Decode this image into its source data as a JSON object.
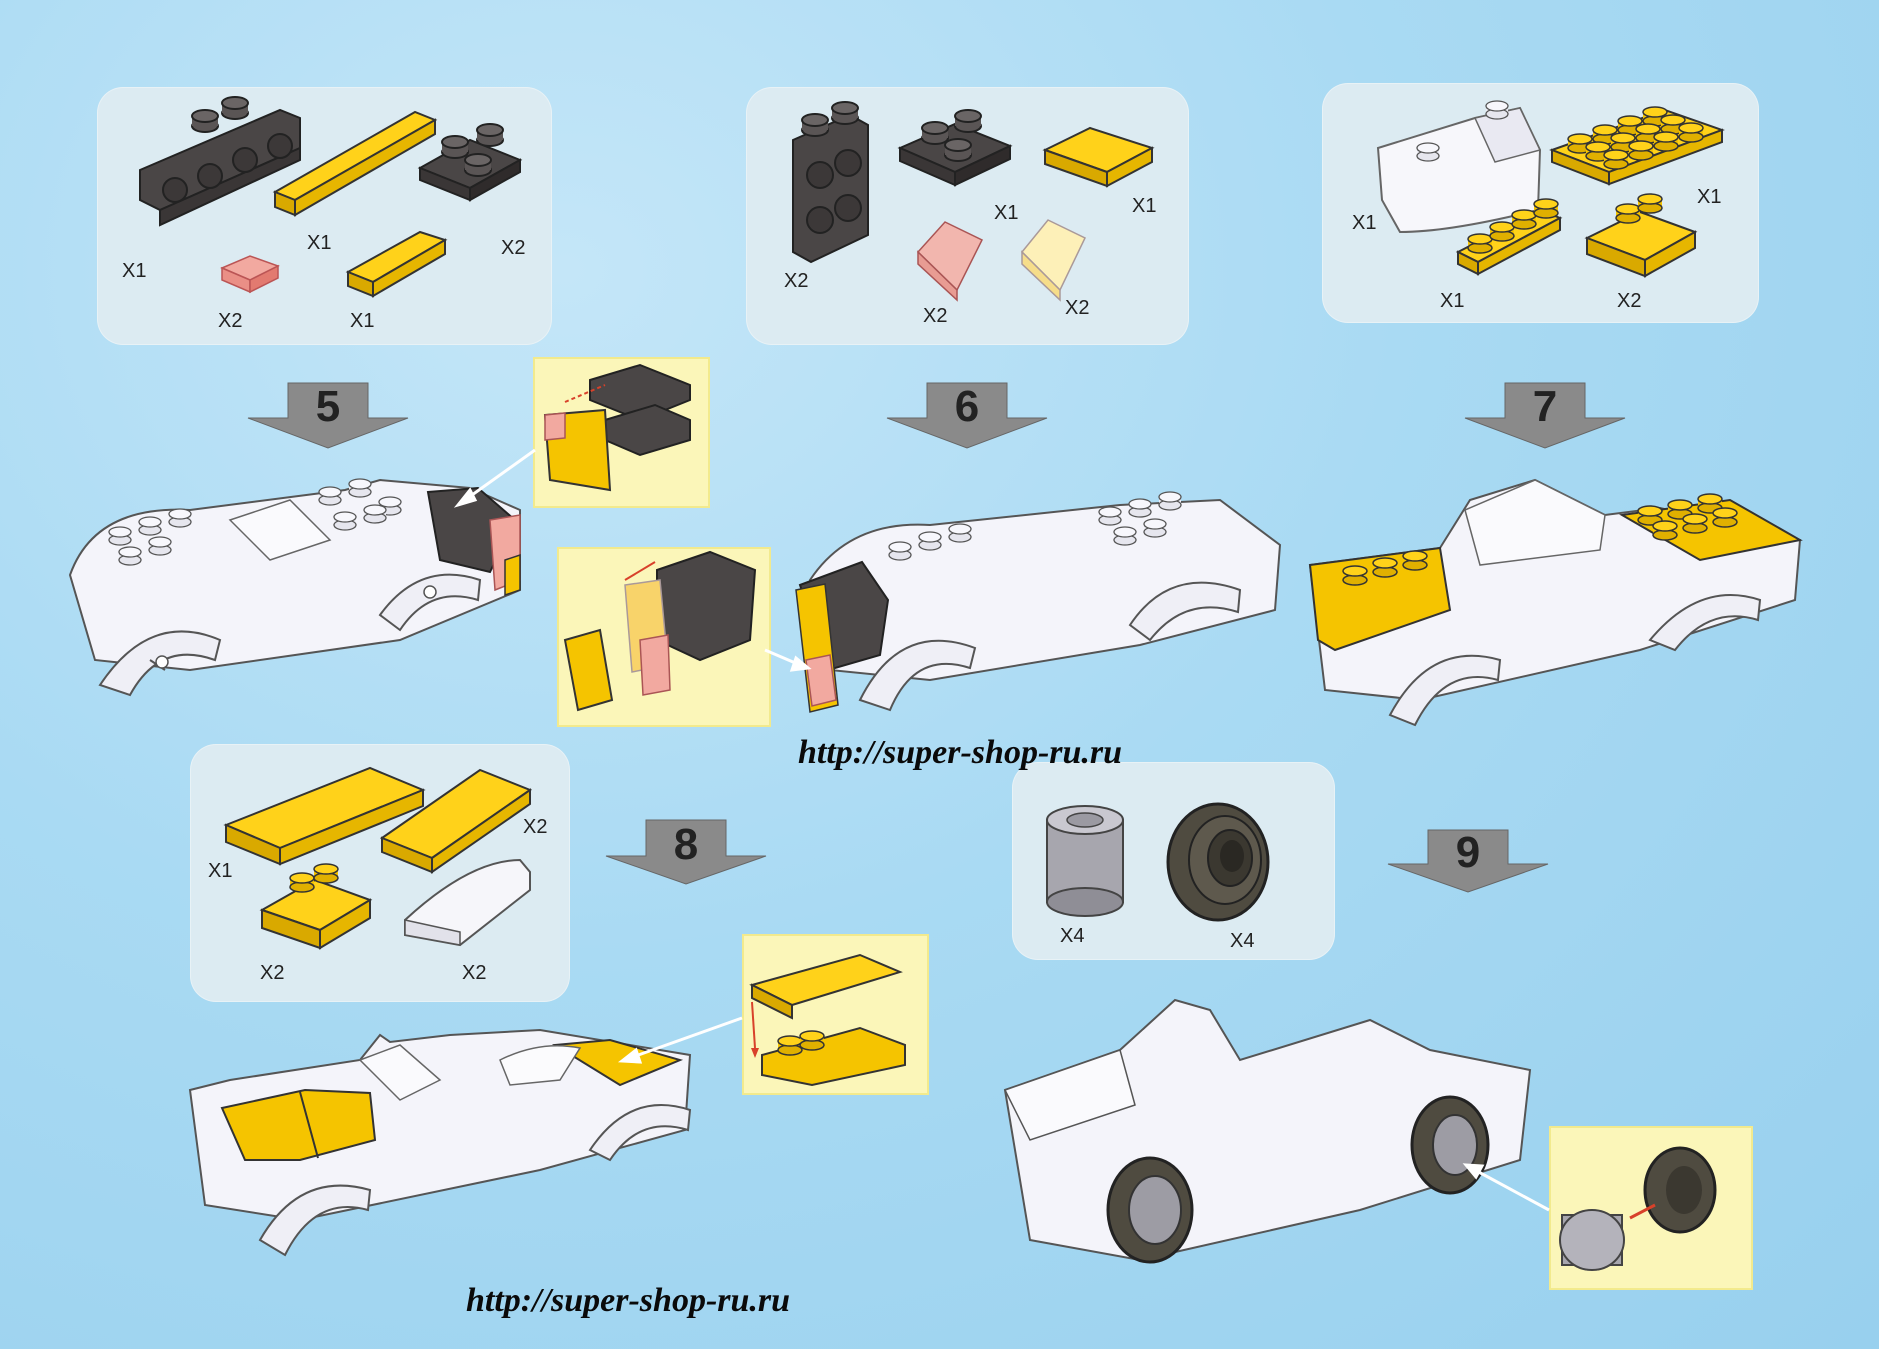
{
  "steps": [
    {
      "number": "5",
      "parts": [
        {
          "qty": "X1"
        },
        {
          "qty": "X1"
        },
        {
          "qty": "X2"
        },
        {
          "qty": "X2"
        },
        {
          "qty": "X1"
        }
      ]
    },
    {
      "number": "6",
      "parts": [
        {
          "qty": "X2"
        },
        {
          "qty": "X1"
        },
        {
          "qty": "X1"
        },
        {
          "qty": "X2"
        },
        {
          "qty": "X2"
        }
      ]
    },
    {
      "number": "7",
      "parts": [
        {
          "qty": "X1"
        },
        {
          "qty": "X1"
        },
        {
          "qty": "X1"
        },
        {
          "qty": "X2"
        }
      ]
    },
    {
      "number": "8",
      "parts": [
        {
          "qty": "X1"
        },
        {
          "qty": "X2"
        },
        {
          "qty": "X2"
        },
        {
          "qty": "X2"
        }
      ]
    },
    {
      "number": "9",
      "parts": [
        {
          "qty": "X4"
        },
        {
          "qty": "X4"
        }
      ]
    }
  ],
  "watermarks": [
    "http://super-shop-ru.ru",
    "http://super-shop-ru.ru"
  ],
  "colors": {
    "background": "#a9daf3",
    "panel": "#dcebf2",
    "zoom_panel": "#fbf6b9",
    "brick_dark": "#4a4646",
    "brick_yellow": "#f5c400",
    "brick_white": "#f4f4fa",
    "trans_red": "#f2a9a0",
    "trans_yellow": "#fbe9a6",
    "arrow_red": "#d8412a",
    "step_arrow": "#8a8a8a"
  }
}
